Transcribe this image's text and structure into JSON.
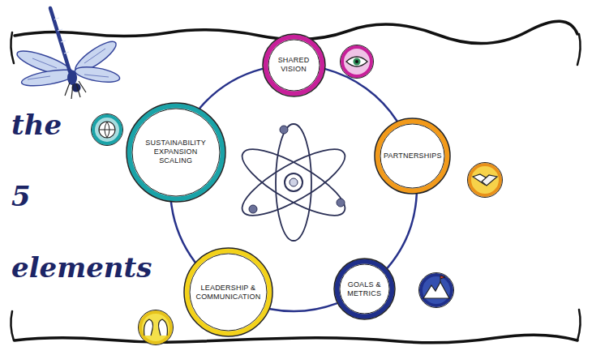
{
  "diagram": {
    "title": "the 5 elements",
    "nodes": [
      {
        "text": [
          "SHARED VISION"
        ]
      },
      {
        "text": [
          "PARTNERSHIPS"
        ]
      },
      {
        "text": [
          "GOALS & METRICS"
        ]
      },
      {
        "text": [
          "LEADERSHIP & COMMUNICATION"
        ]
      },
      {
        "text": [
          "SUSTAINABILITY EXPANSION SCALING"
        ]
      }
    ],
    "edges": [
      {
        "from": 0,
        "to": 1,
        "arrow": "none"
      },
      {
        "from": 1,
        "to": 2,
        "arrow": "none"
      },
      {
        "from": 2,
        "to": 3,
        "arrow": "none"
      },
      {
        "from": 3,
        "to": 4,
        "arrow": "none"
      },
      {
        "from": 4,
        "to": 0,
        "arrow": "none"
      }
    ]
  }
}
